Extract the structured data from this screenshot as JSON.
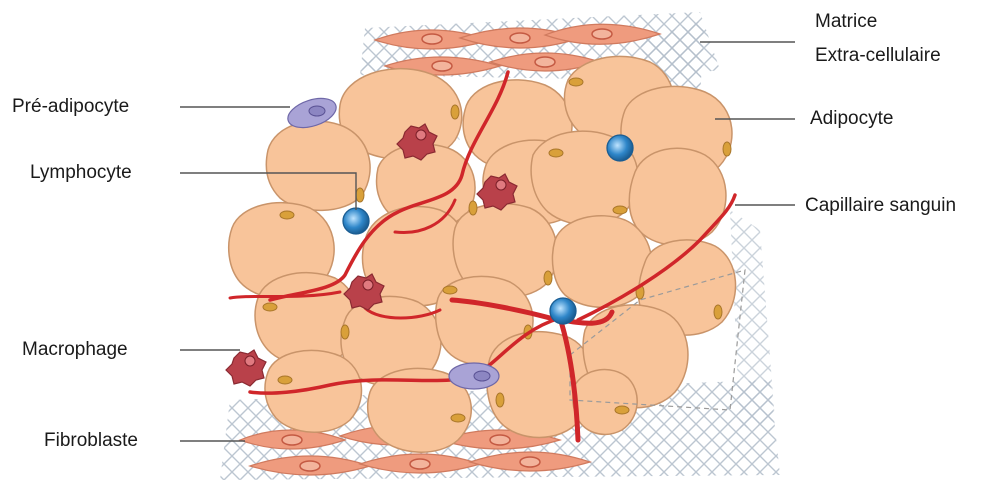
{
  "labels": {
    "matrice_line1": "Matrice",
    "matrice_line2": "Extra-cellulaire",
    "adipocyte": "Adipocyte",
    "capillaire": "Capillaire sanguin",
    "preadipocyte": "Pré-adipocyte",
    "lymphocyte": "Lymphocyte",
    "macrophage": "Macrophage",
    "fibroblaste": "Fibroblaste"
  },
  "colors": {
    "adipocyte_fill": "#f8c49a",
    "adipocyte_stroke": "#c9946a",
    "nucleus": "#d9a03a",
    "capillary": "#d0262a",
    "lymphocyte": "#2e86c9",
    "macrophage": "#b9414a",
    "preadipocyte": "#a9a3d6",
    "fibroblast": "#ef9b7e",
    "matrix_lines": "#b5c0cc",
    "leader_line": "#555555"
  }
}
